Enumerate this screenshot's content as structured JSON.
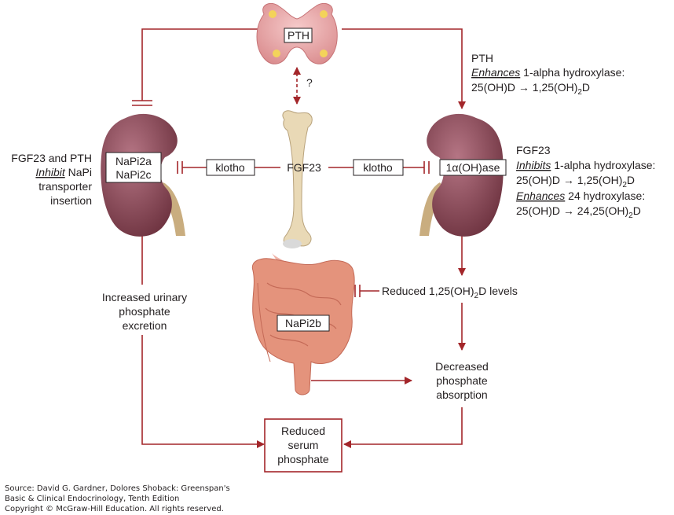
{
  "labels": {
    "pth_gland": "PTH",
    "question": "?",
    "fgf23_center": "FGF23",
    "klotho_left": "klotho",
    "klotho_right": "klotho",
    "napi_left_1": "NaPi2a",
    "napi_left_2": "NaPi2c",
    "enzyme": "1α(OH)ase",
    "napi2b": "NaPi2b",
    "reduced_levels_pre": "Reduced 1,25(OH)",
    "reduced_levels_sub": "2",
    "reduced_levels_post": "D levels",
    "decreased": [
      "Decreased",
      "phosphate",
      "absorption"
    ],
    "increased_urinary": [
      "Increased urinary",
      "phosphate",
      "excretion"
    ],
    "reduced_serum": [
      "Reduced",
      "serum",
      "phosphate"
    ]
  },
  "left_text": {
    "line1": "FGF23 and PTH",
    "line2_italic": "Inhibit",
    "line2_rest": " NaPi",
    "line3": "transporter",
    "line4": "insertion"
  },
  "pth_text": {
    "title": "PTH",
    "line2_italic": "Enhances",
    "line2_rest": " 1-alpha hydroxylase:",
    "line3_a": "25(OH)D → 1,25(OH)",
    "line3_sub": "2",
    "line3_b": "D"
  },
  "fgf_text": {
    "title": "FGF23",
    "line2_italic": "Inhibits",
    "line2_rest": " 1-alpha hydroxylase:",
    "line3_a": "25(OH)D → 1,25(OH)",
    "line3_sub": "2",
    "line3_b": "D",
    "line4_italic": "Enhances",
    "line4_rest": " 24 hydroxylase:",
    "line5_a": "25(OH)D → 24,25(OH)",
    "line5_sub": "2",
    "line5_b": "D"
  },
  "source": {
    "line1": "Source: David G. Gardner, Dolores Shoback: Greenspan's",
    "line2": "Basic & Clinical Endocrinology, Tenth Edition",
    "line3": "Copyright © McGraw-Hill Education. All rights reserved."
  },
  "colors": {
    "arrow": "#a3262a",
    "kidney": "#8d4a58",
    "thyroid": "#e9a7a7",
    "bone": "#e8d8b4",
    "intestine": "#e4937c"
  }
}
